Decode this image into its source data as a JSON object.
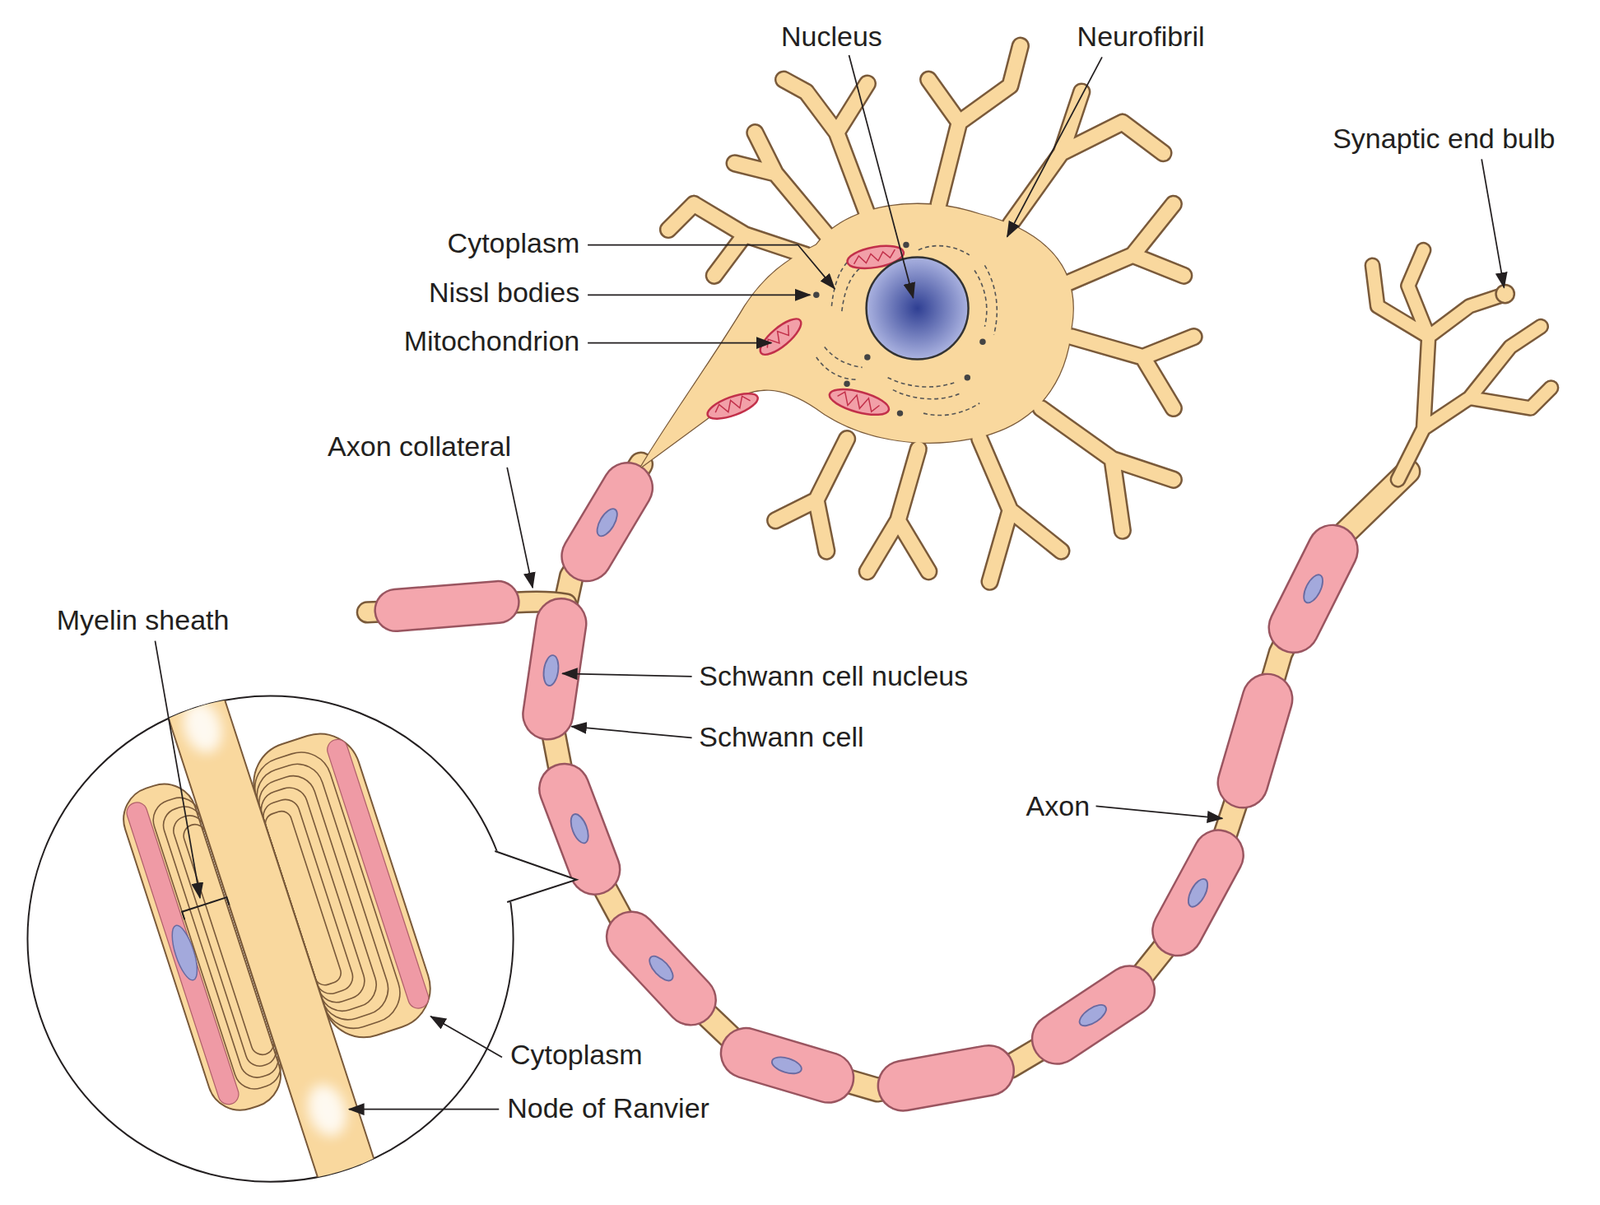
{
  "diagram": {
    "labels": [
      "Nucleus",
      "Neurofibril",
      "Synaptic end bulb",
      "Cytoplasm",
      "Nissl bodies",
      "Mitochondrion",
      "Axon collateral",
      "Myelin sheath",
      "Schwann cell nucleus",
      "Schwann cell",
      "Axon",
      "Cytoplasm",
      "Node of Ranvier"
    ]
  }
}
